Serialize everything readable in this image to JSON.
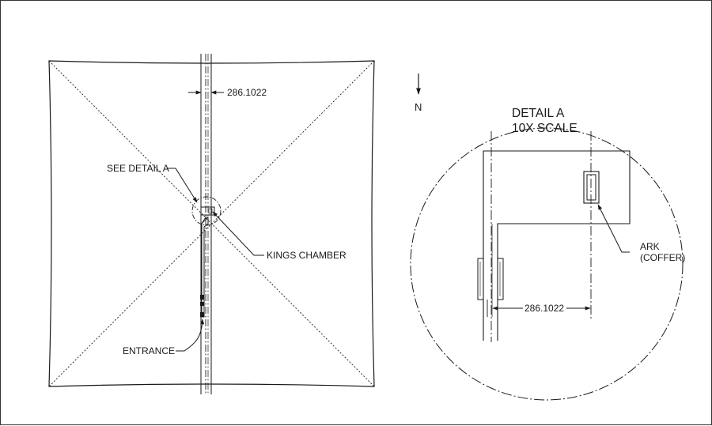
{
  "plan_view": {
    "dimension_value": "286.1022",
    "callout_detail": "SEE DETAIL A",
    "callout_kings_chamber": "KINGS CHAMBER",
    "callout_entrance": "ENTRANCE"
  },
  "north_arrow": {
    "label": "N"
  },
  "detail_a": {
    "title_line1": "DETAIL A",
    "title_line2": "10X SCALE",
    "dimension_value": "286.1022",
    "ark_label_line1": "ARK",
    "ark_label_line2": "(COFFER)"
  },
  "colors": {
    "line": "#1a1a1a",
    "background": "#ffffff",
    "border": "#333333"
  }
}
